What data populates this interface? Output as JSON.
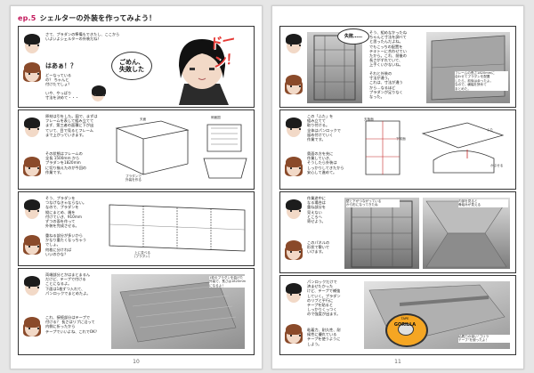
{
  "left_page": {
    "title_ep": "ep.5",
    "title": "シェルターの外装を作ってみよう！",
    "page_number": "10",
    "panel1": {
      "text_a": "さて、プラダンの準備もできたし、ここから\nいよいよシェルターの外装だね！",
      "text_b": "はあぁ！？",
      "text_c": "どーなっている\nの？  ちゃんと\n付けたでしょ？",
      "text_d": "いや、やっぱり\n寸法を決めて・・・",
      "sfx": "ドーン！",
      "bubble": "ごめん、\n失敗した"
    },
    "panel2": {
      "text_a": "原材は引をした。図で、まずは\nフレームを表して組み立てて\nまず、第三者の面積に下が出\nていて、目で見るとフレーム\nまで上がっていきます。",
      "text_b": "その状態はフレームの\n全長 1500mm から\nプラダンを1820mm\nに切り揃えたのが今回の\n作業です。",
      "note_a": "天面",
      "note_b": "側面図",
      "note_c": "プラダンで\n外装を作る"
    },
    "panel3": {
      "text_a": "そう、プラダンを\nつなげなきゃならない。\nなので、プラダンを\n縦にまとめ、端を\n付けていき、910mm\nずつの面を作って\n外装を完成させる。",
      "text_b": "重ねる部分が多いから\nかなり重たくなっちゃう\nでしょ。\n何枚に分ければ\nいいのかな？",
      "note_a": "上に並べる\n(プラダン)"
    },
    "panel4": {
      "text_a": "両端部分とかはまとまるん\nだけど、テープで付ける\nことになるよ。\n下面は1枚ずつ入れて、\nパンロックでまとめたよ。",
      "text_b": "これ、接続部分はテープで\n付ける？ 長さはリブに沿って\n内側に折ったから\nテープでいいよね、これでOK？",
      "note_a": "1枚のプラダンを曲げた\n外装で、長さは1820mm\nになるよ！"
    }
  },
  "right_page": {
    "page_number": "11",
    "panel1": {
      "bubble": "失敗……",
      "text_a": "そう、組めなかったね\nちゃんと寸法を調べて\nと思ったんだよね。\nでもこっちの配置を\nテキトーに合わせてい\nたから。これ、前後の\n長さがずれていて、\n上手くいかないね。",
      "text_b": "それと外装の\n寸法が違う。\nこれは、寸法が違う\nから…なるほど\nプラダンが足りなく\nなった。",
      "note_a": "フレームの長さ1820mmに\n合わせてプラダンを配置\nしたら、前後は余ったよ。\nなので、横幅を狭めて\nまとめた。"
    },
    "panel2": {
      "text_a": "この「ふた」を\n組み立てて\n取り付ける。\n全体はパンロックで\n留め付けていく\n作業です。",
      "text_b": "奥面の方を先に\n作業していき、\nそうしたら外装は\nしっかりしてきたから\n安心して進めて。",
      "note_a": "天板面",
      "note_b": "下前面",
      "note_c": "ふた",
      "note_d": "かぶせる"
    },
    "panel3": {
      "text_a": "作業途中に\nなる場合は\n重ね部分を\n見えない\nところへ\n寄せよう。",
      "text_b": "このパネルの\n形状で繋いで\nいけます。",
      "note_a": "壁と下がつながっている\nから形になってきたね",
      "note_b": "内部を見ると\n骨組みが見える"
    },
    "panel4": {
      "text_a": "パンロックだけで\n済ませたかった\nけど、テープで補強\nしていく。プラダン\nのリブと平行に\nテープを貼ると\nしっかりくっつく\nので強度が出ます。",
      "text_b": "粘着力、耐久性、耐\n候性に優れている\nテープを使うように\nしよう。",
      "tape_label": "GORILLA",
      "tape_sub": "TAPE",
      "note_a": "粘着力の強い“ゴリラ\nテープ”を使ったよ！"
    }
  },
  "colors": {
    "accent": "#e53935",
    "title_accent": "#c2185b",
    "page_bg": "#ffffff",
    "backdrop": "#e6e6e6",
    "tape_orange": "#f5a623"
  }
}
